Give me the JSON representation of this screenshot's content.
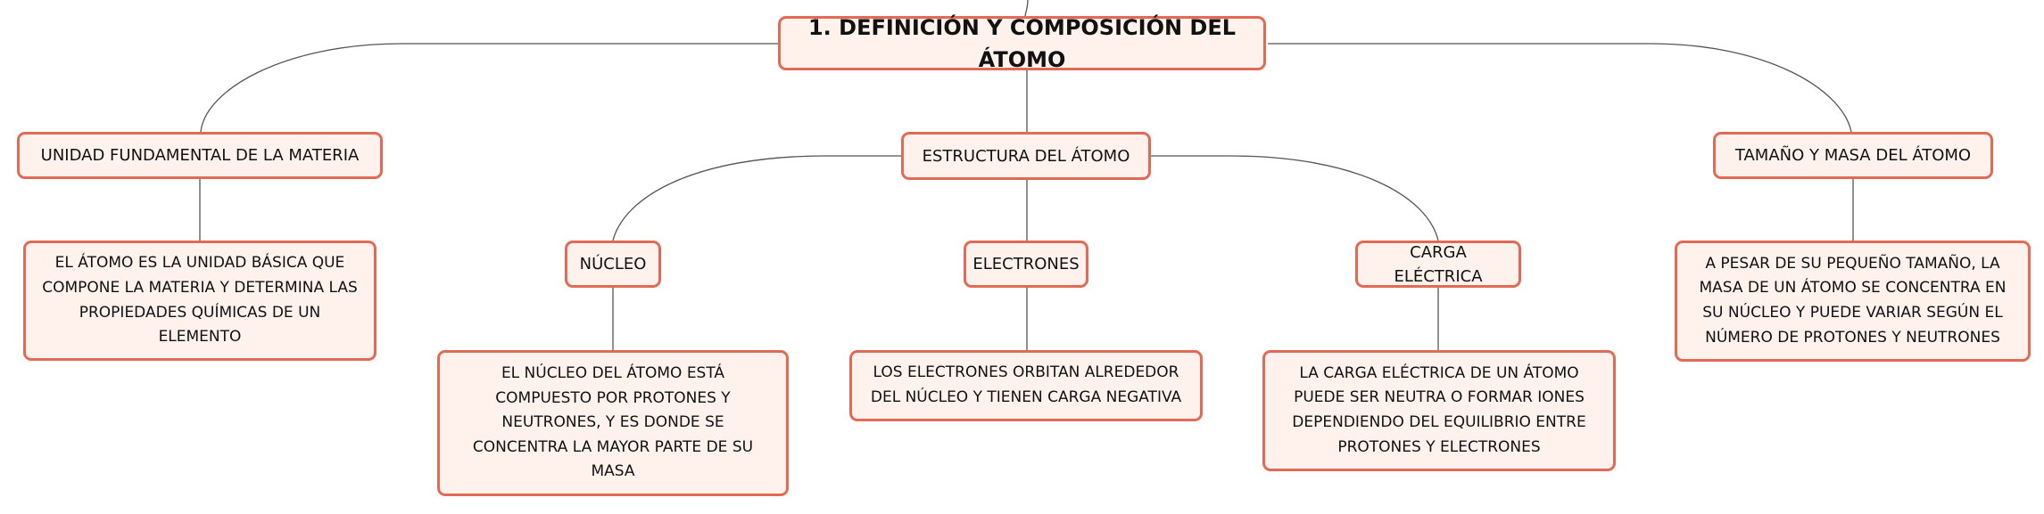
{
  "root": "1. DEFINICIÓN Y COMPOSICIÓN DEL ÁTOMO",
  "branches": {
    "unidad": {
      "title": "UNIDAD FUNDAMENTAL DE LA MATERIA",
      "desc": "EL ÁTOMO ES LA UNIDAD BÁSICA QUE COMPONE LA MATERIA Y DETERMINA LAS PROPIEDADES QUÍMICAS DE UN ELEMENTO"
    },
    "estructura": {
      "title": "ESTRUCTURA DEL ÁTOMO",
      "nucleo": {
        "title": "NÚCLEO",
        "desc": "EL NÚCLEO DEL ÁTOMO ESTÁ COMPUESTO POR PROTONES Y NEUTRONES, Y ES DONDE SE CONCENTRA LA MAYOR PARTE DE SU MASA"
      },
      "electrones": {
        "title": "ELECTRONES",
        "desc": "LOS ELECTRONES ORBITAN ALREDEDOR DEL NÚCLEO Y TIENEN CARGA NEGATIVA"
      },
      "carga": {
        "title": "CARGA ELÉCTRICA",
        "desc": "LA CARGA ELÉCTRICA DE UN ÁTOMO PUEDE SER NEUTRA O FORMAR IONES DEPENDIENDO DEL EQUILIBRIO ENTRE PROTONES Y ELECTRONES"
      }
    },
    "tamano": {
      "title": "TAMAÑO Y MASA DEL ÁTOMO",
      "desc": "A PESAR DE SU PEQUEÑO TAMAÑO, LA MASA DE UN ÁTOMO SE CONCENTRA EN SU NÚCLEO Y PUEDE VARIAR SEGÚN EL NÚMERO DE PROTONES Y NEUTRONES"
    }
  },
  "colors": {
    "node_fill": "#fff1ec",
    "node_border": "#e06a55",
    "connector": "#555555"
  }
}
